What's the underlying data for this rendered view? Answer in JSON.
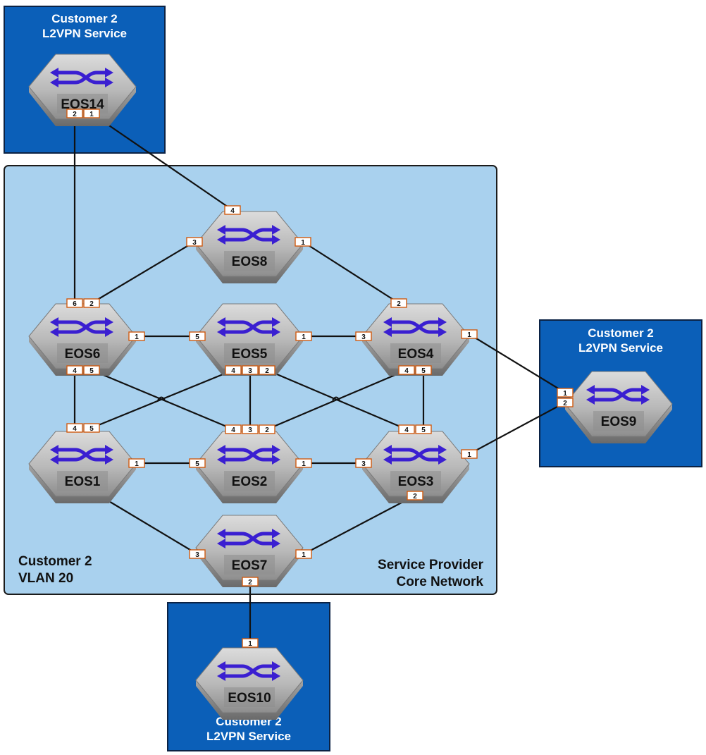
{
  "customer_boxes": {
    "top": {
      "line1": "Customer 2",
      "line2": "L2VPN Service"
    },
    "right": {
      "line1": "Customer 2",
      "line2": "L2VPN Service"
    },
    "bottom": {
      "line1": "Customer 2",
      "line2": "L2VPN Service"
    }
  },
  "core": {
    "left_label_1": "Customer 2",
    "left_label_2": "VLAN 20",
    "right_label_1": "Service Provider",
    "right_label_2": "Core Network"
  },
  "colors": {
    "customer_box": "#0b5fb8",
    "core_box": "#a9d1ee",
    "arrow": "#3a1fd1",
    "port_border": "#d05a10"
  },
  "icons": {
    "device": "switch-hexagon-icon"
  },
  "devices": [
    {
      "id": "EOS14",
      "name": "EOS14"
    },
    {
      "id": "EOS8",
      "name": "EOS8"
    },
    {
      "id": "EOS6",
      "name": "EOS6"
    },
    {
      "id": "EOS5",
      "name": "EOS5"
    },
    {
      "id": "EOS4",
      "name": "EOS4"
    },
    {
      "id": "EOS1",
      "name": "EOS1"
    },
    {
      "id": "EOS2",
      "name": "EOS2"
    },
    {
      "id": "EOS3",
      "name": "EOS3"
    },
    {
      "id": "EOS7",
      "name": "EOS7"
    },
    {
      "id": "EOS9",
      "name": "EOS9"
    },
    {
      "id": "EOS10",
      "name": "EOS10"
    }
  ],
  "ports": [
    {
      "device": "EOS14",
      "port": "2"
    },
    {
      "device": "EOS14",
      "port": "1"
    },
    {
      "device": "EOS8",
      "port": "4"
    },
    {
      "device": "EOS8",
      "port": "3"
    },
    {
      "device": "EOS8",
      "port": "1"
    },
    {
      "device": "EOS6",
      "port": "6"
    },
    {
      "device": "EOS6",
      "port": "2"
    },
    {
      "device": "EOS6",
      "port": "1"
    },
    {
      "device": "EOS6",
      "port": "4"
    },
    {
      "device": "EOS6",
      "port": "5"
    },
    {
      "device": "EOS5",
      "port": "5"
    },
    {
      "device": "EOS5",
      "port": "1"
    },
    {
      "device": "EOS5",
      "port": "4"
    },
    {
      "device": "EOS5",
      "port": "3"
    },
    {
      "device": "EOS5",
      "port": "2"
    },
    {
      "device": "EOS4",
      "port": "2"
    },
    {
      "device": "EOS4",
      "port": "3"
    },
    {
      "device": "EOS4",
      "port": "1"
    },
    {
      "device": "EOS4",
      "port": "4"
    },
    {
      "device": "EOS4",
      "port": "5"
    },
    {
      "device": "EOS9",
      "port": "1"
    },
    {
      "device": "EOS9",
      "port": "2"
    },
    {
      "device": "EOS1",
      "port": "4"
    },
    {
      "device": "EOS1",
      "port": "5"
    },
    {
      "device": "EOS1",
      "port": "1"
    },
    {
      "device": "EOS2",
      "port": "4"
    },
    {
      "device": "EOS2",
      "port": "3"
    },
    {
      "device": "EOS2",
      "port": "2"
    },
    {
      "device": "EOS2",
      "port": "5"
    },
    {
      "device": "EOS2",
      "port": "1"
    },
    {
      "device": "EOS3",
      "port": "4"
    },
    {
      "device": "EOS3",
      "port": "5"
    },
    {
      "device": "EOS3",
      "port": "3"
    },
    {
      "device": "EOS3",
      "port": "1"
    },
    {
      "device": "EOS3",
      "port": "2"
    },
    {
      "device": "EOS7",
      "port": "3"
    },
    {
      "device": "EOS7",
      "port": "1"
    },
    {
      "device": "EOS7",
      "port": "2"
    },
    {
      "device": "EOS10",
      "port": "1"
    }
  ],
  "links": [
    {
      "from": "EOS14",
      "from_port": "2",
      "to": "EOS6",
      "to_port": "6"
    },
    {
      "from": "EOS14",
      "from_port": "1",
      "to": "EOS8",
      "to_port": "4"
    },
    {
      "from": "EOS8",
      "from_port": "3",
      "to": "EOS6",
      "to_port": "2"
    },
    {
      "from": "EOS8",
      "from_port": "1",
      "to": "EOS4",
      "to_port": "2"
    },
    {
      "from": "EOS6",
      "from_port": "1",
      "to": "EOS5",
      "to_port": "5"
    },
    {
      "from": "EOS5",
      "from_port": "1",
      "to": "EOS4",
      "to_port": "3"
    },
    {
      "from": "EOS4",
      "from_port": "1",
      "to": "EOS9",
      "to_port": "1"
    },
    {
      "from": "EOS3",
      "from_port": "1",
      "to": "EOS9",
      "to_port": "2"
    },
    {
      "from": "EOS6",
      "from_port": "4",
      "to": "EOS1",
      "to_port": "4"
    },
    {
      "from": "EOS6",
      "from_port": "5",
      "to": "EOS2",
      "to_port": "4"
    },
    {
      "from": "EOS5",
      "from_port": "4",
      "to": "EOS1",
      "to_port": "5"
    },
    {
      "from": "EOS5",
      "from_port": "3",
      "to": "EOS2",
      "to_port": "3"
    },
    {
      "from": "EOS5",
      "from_port": "2",
      "to": "EOS3",
      "to_port": "4"
    },
    {
      "from": "EOS4",
      "from_port": "4",
      "to": "EOS2",
      "to_port": "2"
    },
    {
      "from": "EOS4",
      "from_port": "5",
      "to": "EOS3",
      "to_port": "5"
    },
    {
      "from": "EOS1",
      "from_port": "1",
      "to": "EOS2",
      "to_port": "5"
    },
    {
      "from": "EOS2",
      "from_port": "1",
      "to": "EOS3",
      "to_port": "3"
    },
    {
      "from": "EOS1",
      "from_port": "",
      "to": "EOS7",
      "to_port": "3"
    },
    {
      "from": "EOS3",
      "from_port": "2",
      "to": "EOS7",
      "to_port": "1"
    },
    {
      "from": "EOS7",
      "from_port": "2",
      "to": "EOS10",
      "to_port": "1"
    }
  ]
}
